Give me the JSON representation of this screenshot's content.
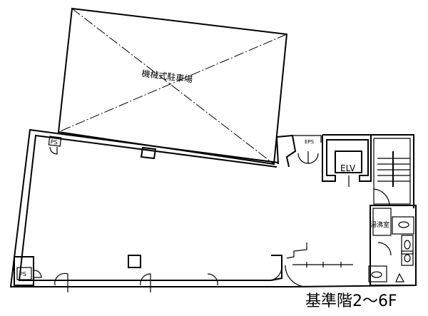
{
  "labels": {
    "parking": "機械式駐車場",
    "ps_top": "PS",
    "ps_bottom": "PS",
    "eps": "EPS",
    "elevator": "ELV",
    "kitchenette": "湯沸室"
  },
  "caption": "基準階2〜6F"
}
